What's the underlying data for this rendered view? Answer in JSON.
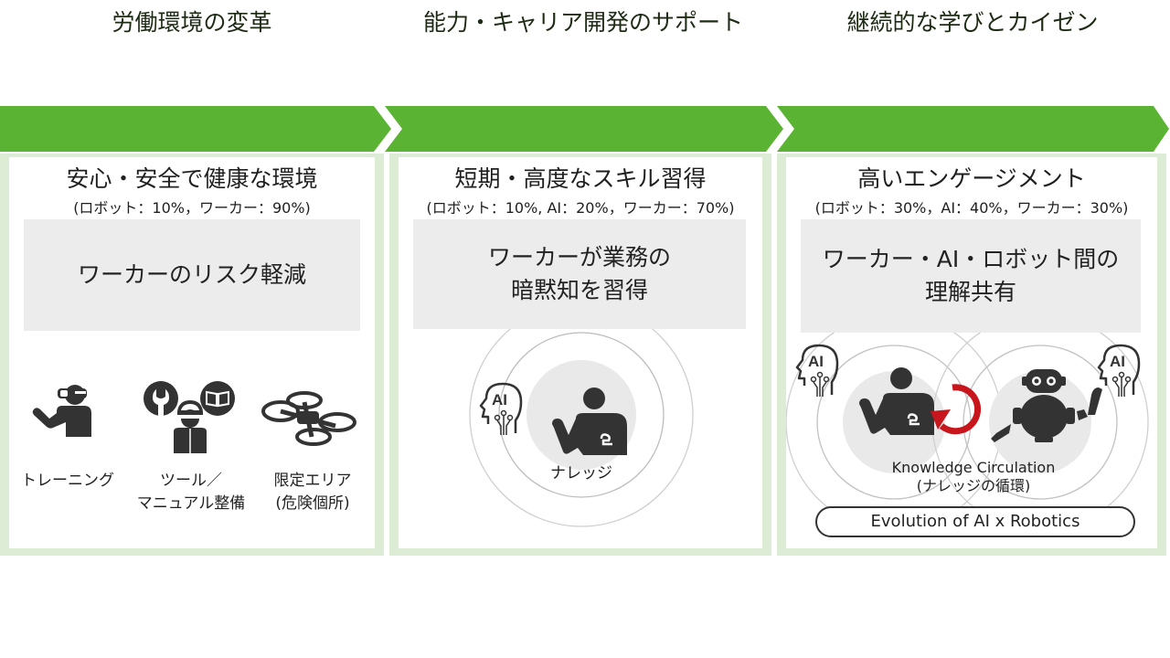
{
  "colors": {
    "header_green": "#5bb333",
    "panel_border": "#dcecd5",
    "box_gray": "#ececec",
    "icon_dark": "#333333",
    "cycle_red": "#c8161d"
  },
  "columns": [
    {
      "header": "労働環境の変革",
      "title": "安心・安全で健康な環境",
      "ratio": "(ロボット：10%，ワーカー：90%)",
      "box_text": "ワーカーのリスク軽減",
      "icons": [
        {
          "icon": "vr-headset-person-icon",
          "label_lines": [
            "トレーニング"
          ]
        },
        {
          "icon": "worker-tools-manual-icon",
          "label_lines": [
            "ツール／",
            "マニュアル整備"
          ]
        },
        {
          "icon": "drone-icon",
          "label_lines": [
            "限定エリア",
            "(危険個所)"
          ]
        }
      ]
    },
    {
      "header": "能力・キャリア開発のサポート",
      "title": "短期・高度なスキル習得",
      "ratio": "(ロボット：10%, AI：20%，ワーカー：70%)",
      "box_lines": [
        "ワーカーが業務の",
        "暗黙知を習得"
      ],
      "center_label": "ナレッジ",
      "icons": [
        {
          "icon": "ai-head-icon"
        },
        {
          "icon": "worker-icon"
        }
      ]
    },
    {
      "header": "継続的な学びとカイゼン",
      "title": "高いエンゲージメント",
      "ratio": "(ロボット：30%，AI：40%，ワーカー：30%)",
      "box_lines": [
        "ワーカー・AI・ロボット間の",
        "理解共有"
      ],
      "caption_lines": [
        "Knowledge Circulation",
        "(ナレッジの循環)"
      ],
      "pill_label": "Evolution of AI x Robotics",
      "icons": [
        {
          "icon": "ai-head-icon"
        },
        {
          "icon": "worker-icon"
        },
        {
          "icon": "circulation-arrow-icon"
        },
        {
          "icon": "robot-icon"
        },
        {
          "icon": "ai-head-icon"
        }
      ]
    }
  ]
}
